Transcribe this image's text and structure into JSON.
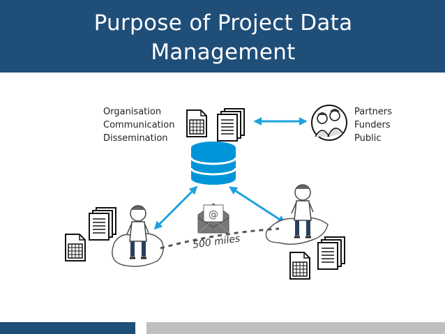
{
  "slide": {
    "title_line1": "Purpose of Project Data",
    "title_line2": "Management"
  },
  "left_labels": [
    "Organisation",
    "Communication",
    "Dissemination"
  ],
  "right_labels": [
    "Partners",
    "Funders",
    "Public"
  ],
  "distance_label": "500 miles",
  "colors": {
    "header": "#1f4e79",
    "database": "#0095d9",
    "arrow": "#1fa2dc",
    "footer_left": "#1f4e79",
    "footer_right": "#bfbfbf"
  },
  "icons": [
    "spreadsheet-icon",
    "document-stack-icon",
    "database-icon",
    "people-group-icon",
    "email-icon",
    "person-sketch"
  ]
}
